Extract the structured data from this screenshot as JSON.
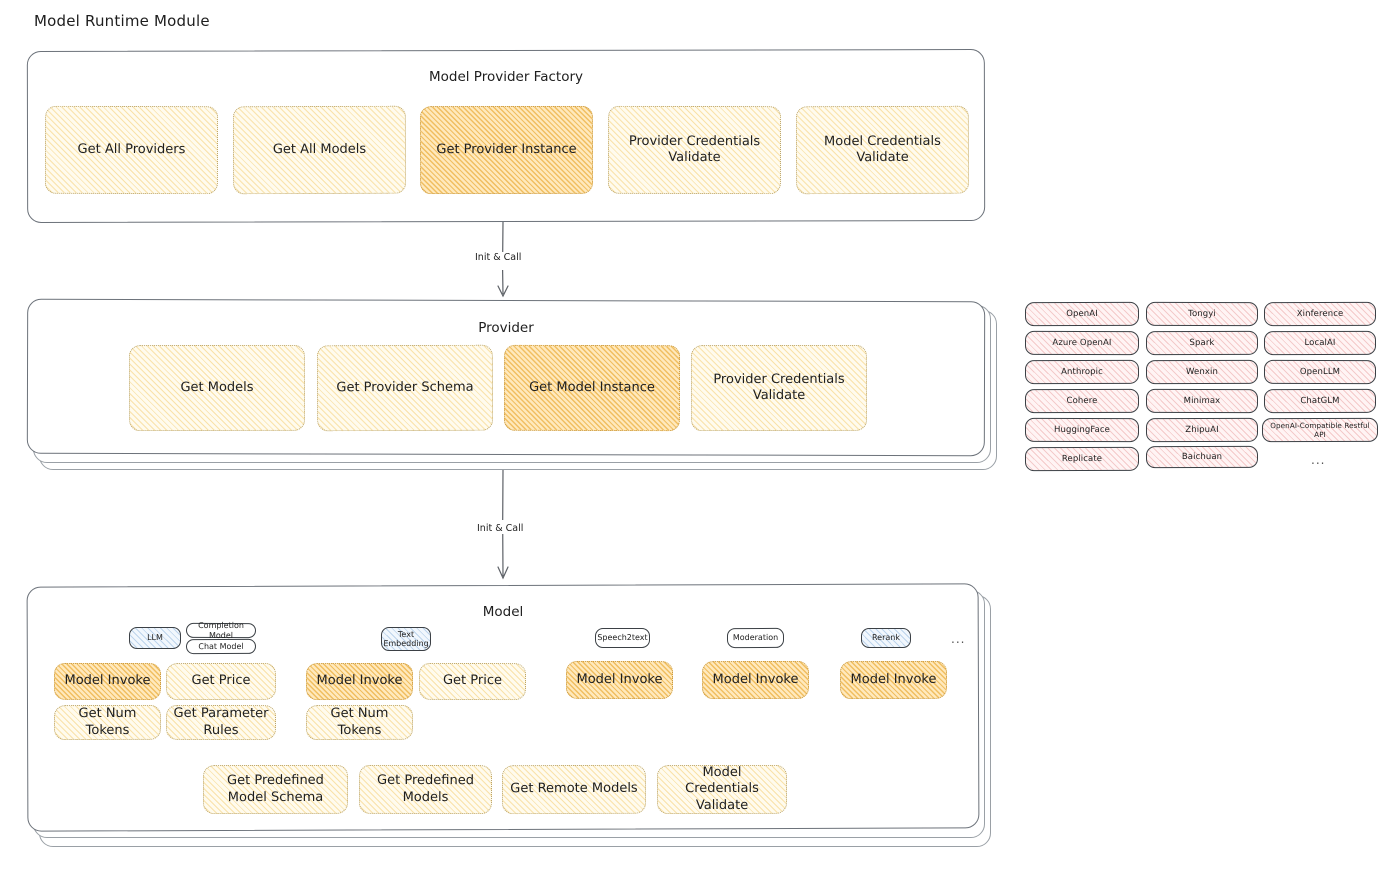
{
  "page": {
    "title": "Model Runtime Module"
  },
  "connectors": [
    {
      "label": "Init & Call"
    },
    {
      "label": "Init & Call"
    }
  ],
  "factory": {
    "label": "Model Provider Factory",
    "nodes": [
      {
        "label": "Get All Providers",
        "highlight": false
      },
      {
        "label": "Get All Models",
        "highlight": false
      },
      {
        "label": "Get Provider Instance",
        "highlight": true
      },
      {
        "label": "Provider Credentials Validate",
        "highlight": false
      },
      {
        "label": "Model Credentials Validate",
        "highlight": false
      }
    ]
  },
  "provider": {
    "label": "Provider",
    "nodes": [
      {
        "label": "Get Models",
        "highlight": false
      },
      {
        "label": "Get Provider Schema",
        "highlight": false
      },
      {
        "label": "Get Model Instance",
        "highlight": true
      },
      {
        "label": "Provider Credentials Validate",
        "highlight": false
      }
    ]
  },
  "provider_list": {
    "columns": [
      [
        "OpenAI",
        "Azure OpenAI",
        "Anthropic",
        "Cohere",
        "HuggingFace",
        "Replicate"
      ],
      [
        "Tongyi",
        "Spark",
        "Wenxin",
        "Minimax",
        "ZhipuAI",
        "Baichuan"
      ],
      [
        "Xinference",
        "LocalAI",
        "OpenLLM",
        "ChatGLM",
        "OpenAI-Compatible Restful API"
      ]
    ],
    "more": "..."
  },
  "model": {
    "label": "Model",
    "more": "...",
    "types": [
      {
        "name": "LLM",
        "style": "blue",
        "subtypes": [
          "Completion Model",
          "Chat Model"
        ],
        "ops": [
          {
            "label": "Model Invoke",
            "highlight": true
          },
          {
            "label": "Get Price",
            "highlight": false
          },
          {
            "label": "Get Num Tokens",
            "highlight": false
          },
          {
            "label": "Get Parameter Rules",
            "highlight": false
          }
        ]
      },
      {
        "name": "Text Embedding",
        "style": "blue",
        "subtypes": [],
        "ops": [
          {
            "label": "Model Invoke",
            "highlight": true
          },
          {
            "label": "Get Price",
            "highlight": false
          },
          {
            "label": "Get Num Tokens",
            "highlight": false
          }
        ]
      },
      {
        "name": "Speech2text",
        "style": "white",
        "subtypes": [],
        "ops": [
          {
            "label": "Model Invoke",
            "highlight": true
          }
        ]
      },
      {
        "name": "Moderation",
        "style": "white",
        "subtypes": [],
        "ops": [
          {
            "label": "Model Invoke",
            "highlight": true
          }
        ]
      },
      {
        "name": "Rerank",
        "style": "blue",
        "subtypes": [],
        "ops": [
          {
            "label": "Model Invoke",
            "highlight": true
          }
        ]
      }
    ],
    "common_ops": [
      "Get Predefined Model Schema",
      "Get Predefined Models",
      "Get Remote Models",
      "Model Credentials Validate"
    ]
  }
}
